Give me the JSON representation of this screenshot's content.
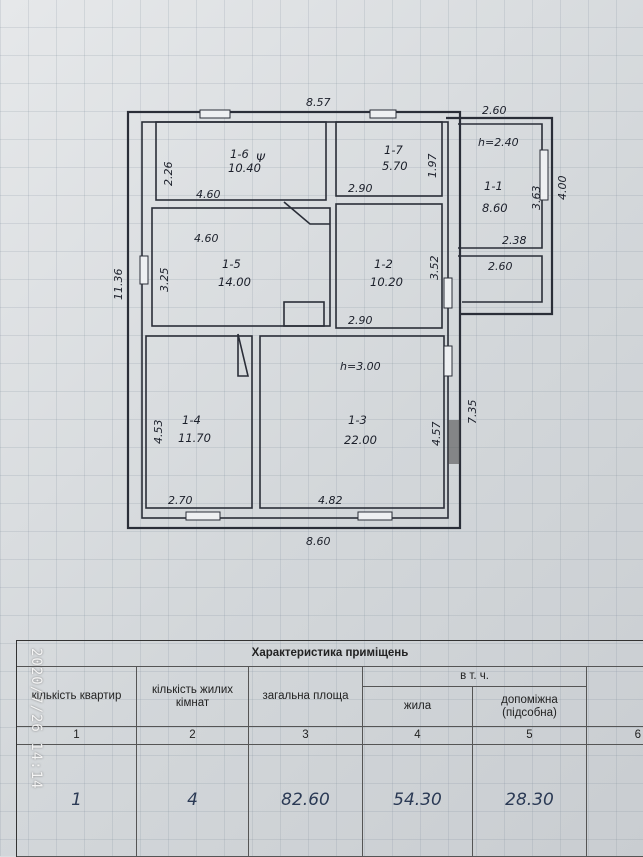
{
  "plan": {
    "outer_top": "8.57",
    "outer_bottom": "8.60",
    "outer_left": "11.36",
    "outer_right": "7.35",
    "annex_top": "2.60",
    "annex_right": "4.00",
    "height_upper": "h=2.40",
    "height_main": "h=3.00",
    "rooms": [
      {
        "id": "1-6",
        "area": "10.40",
        "dims": [
          "2.26",
          "4.60"
        ],
        "mark": "Ψ"
      },
      {
        "id": "1-7",
        "area": "5.70",
        "dims": [
          "1.97",
          "2.90"
        ]
      },
      {
        "id": "1-1",
        "area": "8.60",
        "dims": [
          "3.63",
          "2.38"
        ]
      },
      {
        "id": "1-5",
        "area": "14.00",
        "dims": [
          "4.60",
          "3.25"
        ]
      },
      {
        "id": "1-2",
        "area": "10.20",
        "dims": [
          "3.52",
          "2.90"
        ]
      },
      {
        "id": "1-4",
        "area": "11.70",
        "dims": [
          "4.53",
          "2.70"
        ]
      },
      {
        "id": "1-3",
        "area": "22.00",
        "dims": [
          "4.57",
          "4.82"
        ]
      }
    ],
    "annex_bottom": "2.60"
  },
  "table": {
    "title": "Характеристика приміщень",
    "headers": {
      "apartments": "кількість квартир",
      "living_rooms": "кількість жилих кімнат",
      "total_area": "загальна площа",
      "including": "в т. ч.",
      "living": "жила",
      "auxiliary": "допоміжна (підсобна)"
    },
    "numbers": [
      "1",
      "2",
      "3",
      "4",
      "5",
      "6"
    ],
    "values": {
      "apartments": "1",
      "living_rooms": "4",
      "total_area": "82.60",
      "living": "54.30",
      "auxiliary": "28.30"
    }
  },
  "timestamp": "2020/7/26  14:14"
}
